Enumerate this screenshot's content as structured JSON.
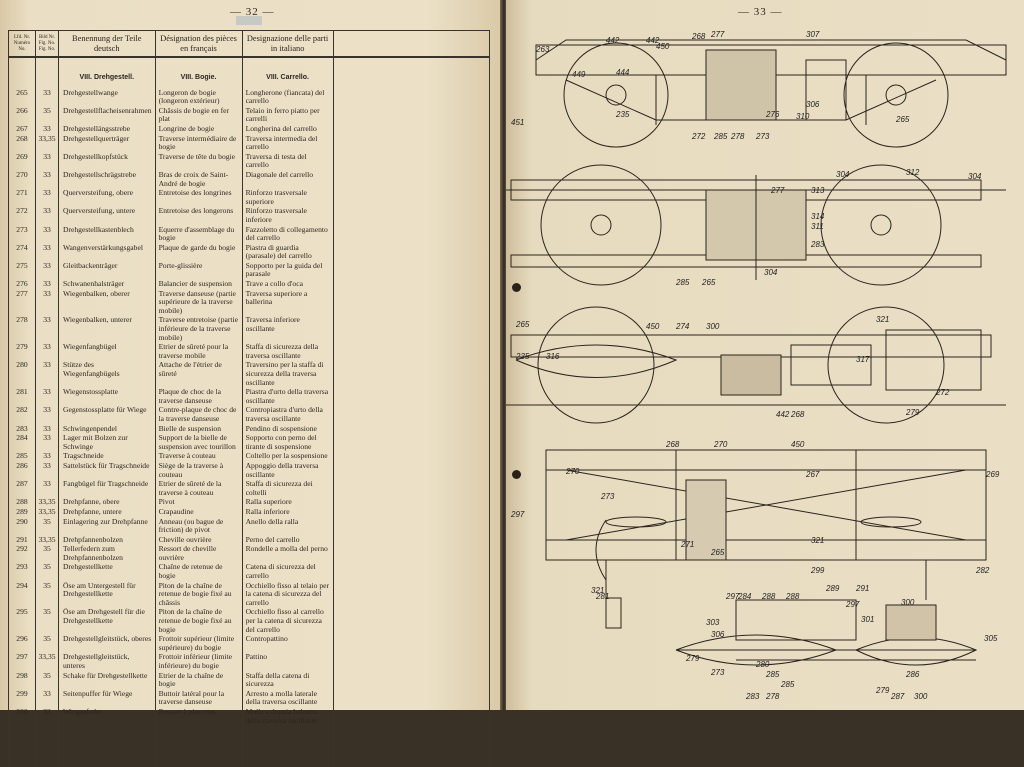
{
  "left_page": {
    "page_number": "— 32 —",
    "headers": {
      "number": "Lfd. Nr. Numéro No.",
      "figure": "Bild Nr. Fig. No. Fig. No.",
      "german": "Benennung der Teile deutsch",
      "french": "Désignation des pièces en français",
      "italian": "Designazione delle parti in italiano"
    },
    "section": {
      "german": "VIII. Drehgestell.",
      "french": "VIII. Bogie.",
      "italian": "VIII. Carrello."
    },
    "rows": [
      [
        "265",
        "33",
        "Drehgestellwange",
        "Longeron de bogie (longeron extérieur)",
        "Longherone (fiancata) del carrello"
      ],
      [
        "266",
        "35",
        "Drehgestellflacheisenrahmen",
        "Châssis de bogie en fer plat",
        "Telaio in ferro piatto per carrelli"
      ],
      [
        "267",
        "33",
        "Drehgestellängsstrebe",
        "Longrine de bogie",
        "Longherina del carrello"
      ],
      [
        "268",
        "33,35",
        "Drehgestellquerträger",
        "Traverse intermédiaire de bogie",
        "Traversa intermedia del carrello"
      ],
      [
        "269",
        "33",
        "Drehgestellkopfstück",
        "Traverse de tête du bogie",
        "Traversa di testa del carrello"
      ],
      [
        "270",
        "33",
        "Drehgestellschrägstrebe",
        "Bras de croix de Saint-André de bogie",
        "Diagonale del carrello"
      ],
      [
        "271",
        "33",
        "Querversteifung, obere",
        "Entretoise des longrines",
        "Rinforzo trasversale superiore"
      ],
      [
        "272",
        "33",
        "Querversteifung, untere",
        "Entretoise des longerons",
        "Rinforzo trasversale inferiore"
      ],
      [
        "273",
        "33",
        "Drehgestellkastenblech",
        "Equerre d'assemblage du bogie",
        "Fazzoletto di collegamento del carrello"
      ],
      [
        "274",
        "33",
        "Wangenverstärkungsgabel",
        "Plaque de garde du bogie",
        "Piastra di guardia (parasale) del carrello"
      ],
      [
        "275",
        "33",
        "Gleitbackenträger",
        "Porte-glissière",
        "Sopporto per la guida del parasale"
      ],
      [
        "276",
        "33",
        "Schwanenhalsträger",
        "Balancier de suspension",
        "Trave a collo d'oca"
      ],
      [
        "277",
        "33",
        "Wiegenbalken, oberer",
        "Traverse danseuse (partie supérieure de la traverse mobile)",
        "Traversa superiore a ballerina"
      ],
      [
        "278",
        "33",
        "Wiegenbalken, unterer",
        "Traverse entretoise (partie inférieure de la traverse mobile)",
        "Traversa inferiore oscillante"
      ],
      [
        "279",
        "33",
        "Wiegenfangbügel",
        "Etrier de sûreté pour la traverse mobile",
        "Staffa di sicurezza della traversa oscillante"
      ],
      [
        "280",
        "33",
        "Stütze des Wiegenfangbügels",
        "Attache de l'étrier de sûreté",
        "Traversino per la staffa di sicurezza della traversa oscillante"
      ],
      [
        "281",
        "33",
        "Wiegenstossplatte",
        "Plaque de choc de la traverse danseuse",
        "Piastra d'urto della traversa oscillante"
      ],
      [
        "282",
        "33",
        "Gegenstossplatte für Wiege",
        "Contre-plaque de choc de la traverse danseuse",
        "Contropiastra d'urto della traversa oscillante"
      ],
      [
        "283",
        "33",
        "Schwingenpendel",
        "Bielle de suspension",
        "Pendino di sospensione"
      ],
      [
        "284",
        "33",
        "Lager mit Bolzen zur Schwinge",
        "Support de la bielle de suspension avec tourillon",
        "Sopporto con perno del tirante di sospensione"
      ],
      [
        "285",
        "33",
        "Tragschneide",
        "Traverse à couteau",
        "Coltello per la sospensione"
      ],
      [
        "286",
        "33",
        "Sattelstück für Tragschneide",
        "Siège de la traverse à couteau",
        "Appoggio della traversa oscillante"
      ],
      [
        "287",
        "33",
        "Fangbügel für Tragschneide",
        "Etrier de sûreté de la traverse à couteau",
        "Staffa di sicurezza dei coltelli"
      ],
      [
        "288",
        "33,35",
        "Drehpfanne, obere",
        "Pivot",
        "Ralla superiore"
      ],
      [
        "289",
        "33,35",
        "Drehpfanne, untere",
        "Crapaudine",
        "Ralla inferiore"
      ],
      [
        "290",
        "35",
        "Einlagering zur Drehpfanne",
        "Anneau (ou bague de friction) de pivot",
        "Anello della ralla"
      ],
      [
        "291",
        "33,35",
        "Drehpfannenbolzen",
        "Cheville ouvrière",
        "Perno del carrello"
      ],
      [
        "292",
        "35",
        "Tellerfedern zum Drehpfannenbolzen",
        "Ressort de cheville ouvrière",
        "Rondelle a molla del perno"
      ],
      [
        "293",
        "35",
        "Drehgestellkette",
        "Chaîne de retenue de bogie",
        "Catena di sicurezza del carrello"
      ],
      [
        "294",
        "35",
        "Öse am Untergestell für Drehgestellkette",
        "Piton de la chaîne de retenue de bogie fixé au châssis",
        "Occhiello fisso al telaio per la catena di sicurezza del carrello"
      ],
      [
        "295",
        "35",
        "Öse am Drehgestell für die Drehgestellkette",
        "Piton de la chaîne de retenue de bogie fixé au bogie",
        "Occhiello fisso al carrello per la catena di sicurezza del carrello"
      ],
      [
        "296",
        "35",
        "Drehgestellgleitstück, oberes",
        "Frottoir supérieur (limite supérieure) du bogie",
        "Contropattino"
      ],
      [
        "297",
        "33,35",
        "Drehgestellgleitstück, unteres",
        "Frottoir inférieur (limite inférieure) du bogie",
        "Pattino"
      ],
      [
        "298",
        "35",
        "Schake für Drehgestellkette",
        "Etrier de la chaîne de bogie",
        "Staffa della catena di sicurezza"
      ],
      [
        "299",
        "33",
        "Seitenpuffer für Wiege",
        "Buttoir latéral pour la traverse danseuse",
        "Arresto a molla laterale della traversa oscillante"
      ],
      [
        "300",
        "33",
        "Wiegenfeder",
        "Ressort à pincettes",
        "Molla a doppia balestra della traversa oscillante"
      ]
    ]
  },
  "right_page": {
    "page_number": "— 33 —",
    "labels": [
      "263",
      "442",
      "442",
      "450",
      "268",
      "277",
      "307",
      "449",
      "444",
      "265",
      "306",
      "451",
      "235",
      "272",
      "285",
      "278",
      "273",
      "276",
      "310",
      "304",
      "312",
      "277",
      "313",
      "314",
      "311",
      "283",
      "285",
      "265",
      "304",
      "304",
      "265",
      "450",
      "274",
      "300",
      "321",
      "235",
      "316",
      "317",
      "279",
      "272",
      "442",
      "268",
      "268",
      "270",
      "450",
      "270",
      "267",
      "269",
      "273",
      "297",
      "271",
      "265",
      "321",
      "321",
      "299",
      "282",
      "281",
      "297",
      "284",
      "288",
      "288",
      "289",
      "291",
      "297",
      "301",
      "300",
      "303",
      "306",
      "279",
      "273",
      "280",
      "285",
      "285",
      "283",
      "278",
      "286",
      "279",
      "287",
      "300",
      "305"
    ]
  }
}
